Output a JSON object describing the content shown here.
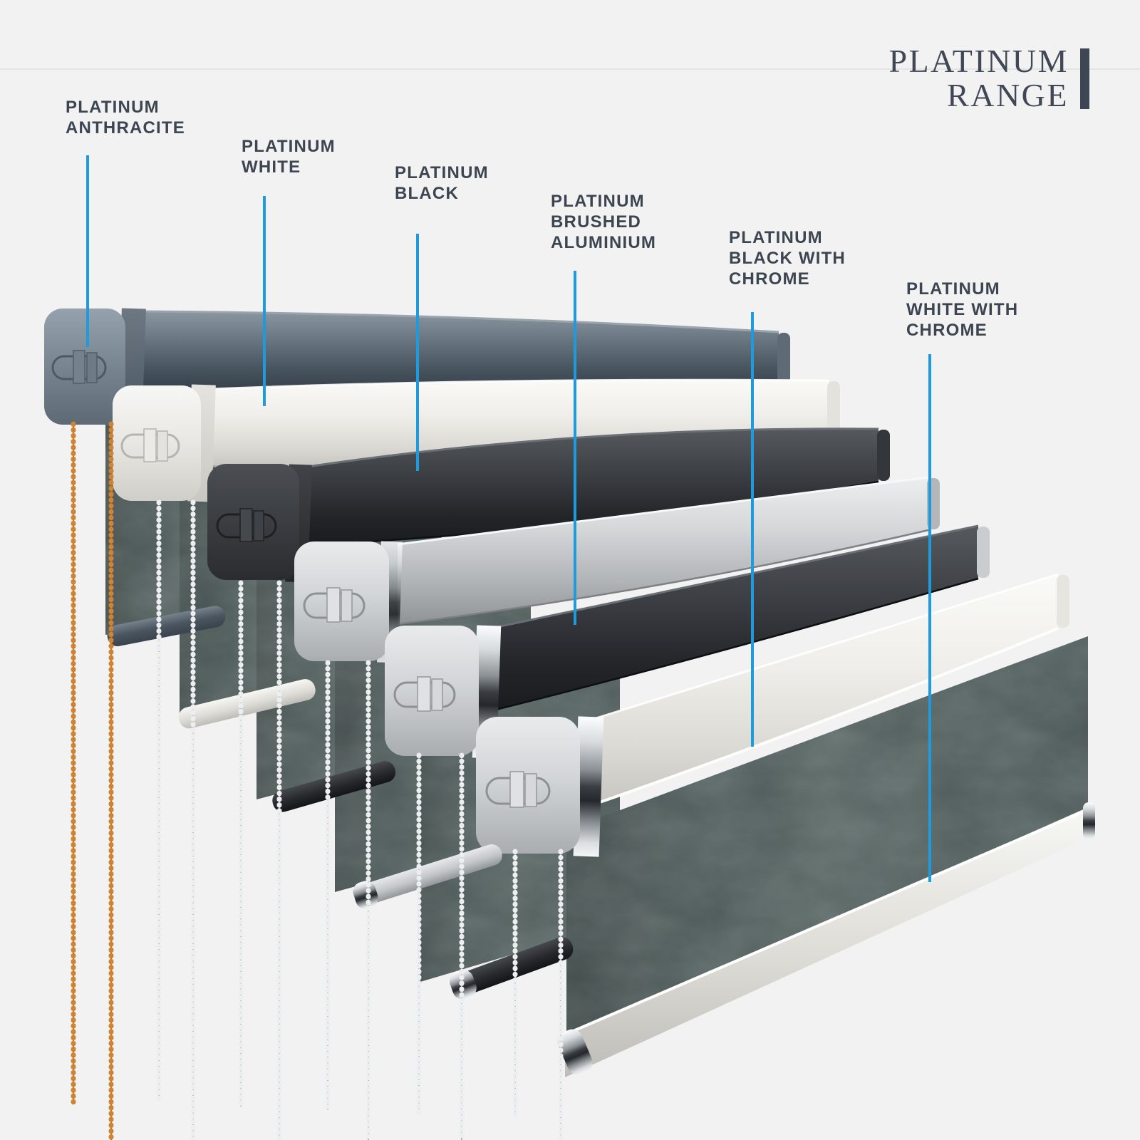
{
  "page": {
    "background": "#f2f2f3",
    "divider_color": "#e4e4e6",
    "label_text_color": "#3d4551",
    "pointer_line_color": "#1e9ade"
  },
  "logo": {
    "line1": "PLATINUM",
    "line2": "RANGE",
    "text_color": "#414855",
    "bar_color": "#3f4653"
  },
  "labels": [
    {
      "id": "platinum-anthracite",
      "lines": [
        "PLATINUM",
        "ANTHRACITE"
      ]
    },
    {
      "id": "platinum-white",
      "lines": [
        "PLATINUM",
        "WHITE"
      ]
    },
    {
      "id": "platinum-black",
      "lines": [
        "PLATINUM",
        "BLACK"
      ]
    },
    {
      "id": "platinum-brushed-aluminium",
      "lines": [
        "PLATINUM",
        "BRUSHED",
        "ALUMINIUM"
      ]
    },
    {
      "id": "platinum-black-with-chrome",
      "lines": [
        "PLATINUM",
        "BLACK WITH",
        "CHROME"
      ]
    },
    {
      "id": "platinum-white-with-chrome",
      "lines": [
        "PLATINUM",
        "WHITE WITH",
        "CHROME"
      ]
    }
  ],
  "products": [
    {
      "name": "Platinum Anthracite",
      "cassette_color": "#5d6a76",
      "end_cap": "anthracite",
      "chain_color": "#cf8434",
      "fabric_color": "#4e5a59"
    },
    {
      "name": "Platinum White",
      "cassette_color": "#efeeea",
      "end_cap": "white",
      "chain_color": "#e8eaeb",
      "fabric_color": "#4e5a59"
    },
    {
      "name": "Platinum Black",
      "cassette_color": "#2b2e33",
      "end_cap": "black",
      "chain_color": "#e8eaeb",
      "fabric_color": "#4e5a59"
    },
    {
      "name": "Platinum Brushed Aluminium",
      "cassette_color": "#c2c5c8",
      "end_cap": "silver",
      "chain_color": "#e8eaeb",
      "fabric_color": "#4e5a59"
    },
    {
      "name": "Platinum Black With Chrome",
      "cassette_color": "#2b2e33",
      "end_cap": "chrome",
      "chain_color": "#e8eaeb",
      "fabric_color": "#4e5a59"
    },
    {
      "name": "Platinum White With Chrome",
      "cassette_color": "#efeeea",
      "end_cap": "chrome",
      "chain_color": "#e8eaeb",
      "fabric_color": "#4e5a59"
    }
  ]
}
